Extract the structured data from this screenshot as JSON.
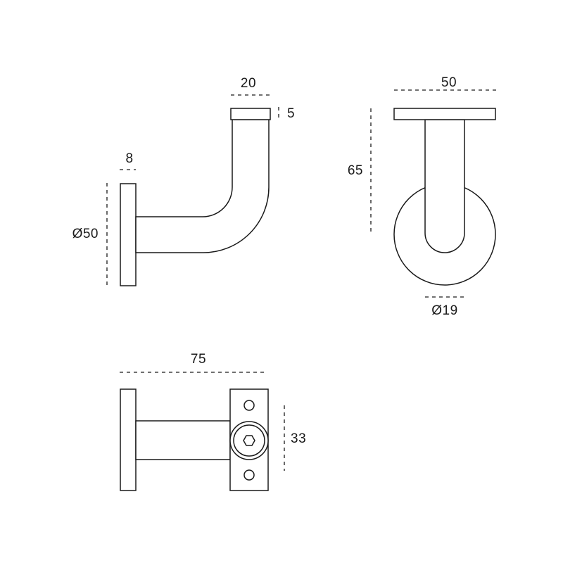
{
  "diagram": {
    "line_color": "#1a1a1a",
    "background": "#ffffff",
    "side_view": {
      "dim_top_width": "20",
      "dim_top_height": "5",
      "dim_rose_thickness": "8",
      "dim_rose_diameter": "Ø50"
    },
    "front_view": {
      "dim_width": "50",
      "dim_height": "65",
      "dim_bar_diameter": "Ø19"
    },
    "top_view": {
      "dim_projection": "75",
      "dim_plate_width": "33"
    }
  }
}
